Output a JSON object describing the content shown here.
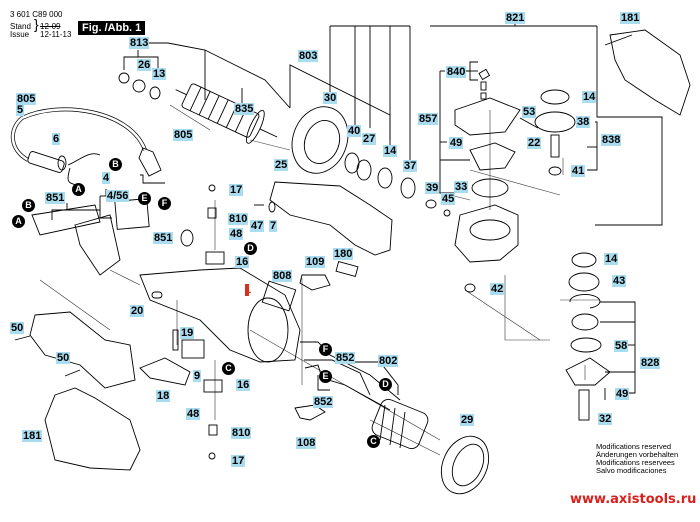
{
  "header": {
    "part_number": "3 601 C89 000",
    "stand_label": "Stand",
    "issue_label": "Issue",
    "stand_date_struck": "12-09",
    "issue_date": "12-11-13",
    "figure_title": "Fig. /Abb. 1"
  },
  "labels": [
    {
      "id": "813",
      "text": "813"
    },
    {
      "id": "26",
      "text": "26"
    },
    {
      "id": "13",
      "text": "13"
    },
    {
      "id": "805a",
      "text": "805"
    },
    {
      "id": "5",
      "text": "5"
    },
    {
      "id": "6",
      "text": "6"
    },
    {
      "id": "805b",
      "text": "805"
    },
    {
      "id": "835",
      "text": "835"
    },
    {
      "id": "803",
      "text": "803"
    },
    {
      "id": "30",
      "text": "30"
    },
    {
      "id": "40",
      "text": "40"
    },
    {
      "id": "27",
      "text": "27"
    },
    {
      "id": "14a",
      "text": "14"
    },
    {
      "id": "37",
      "text": "37"
    },
    {
      "id": "821",
      "text": "821"
    },
    {
      "id": "181a",
      "text": "181"
    },
    {
      "id": "840",
      "text": "840"
    },
    {
      "id": "857",
      "text": "857"
    },
    {
      "id": "53",
      "text": "53"
    },
    {
      "id": "14b",
      "text": "14"
    },
    {
      "id": "38",
      "text": "38"
    },
    {
      "id": "49a",
      "text": "49"
    },
    {
      "id": "22",
      "text": "22"
    },
    {
      "id": "838",
      "text": "838"
    },
    {
      "id": "41",
      "text": "41"
    },
    {
      "id": "33",
      "text": "33"
    },
    {
      "id": "39",
      "text": "39"
    },
    {
      "id": "45",
      "text": "45"
    },
    {
      "id": "4",
      "text": "4"
    },
    {
      "id": "4_56",
      "text": "4/56"
    },
    {
      "id": "851a",
      "text": "851"
    },
    {
      "id": "851b",
      "text": "851"
    },
    {
      "id": "17a",
      "text": "17"
    },
    {
      "id": "810a",
      "text": "810"
    },
    {
      "id": "47",
      "text": "47"
    },
    {
      "id": "7",
      "text": "7"
    },
    {
      "id": "25",
      "text": "25"
    },
    {
      "id": "48a",
      "text": "48"
    },
    {
      "id": "16a",
      "text": "16"
    },
    {
      "id": "180",
      "text": "180"
    },
    {
      "id": "109",
      "text": "109"
    },
    {
      "id": "808",
      "text": "808"
    },
    {
      "id": "1",
      "text": "1"
    },
    {
      "id": "42",
      "text": "42"
    },
    {
      "id": "14c",
      "text": "14"
    },
    {
      "id": "43",
      "text": "43"
    },
    {
      "id": "20",
      "text": "20"
    },
    {
      "id": "19",
      "text": "19"
    },
    {
      "id": "50a",
      "text": "50"
    },
    {
      "id": "50b",
      "text": "50"
    },
    {
      "id": "9",
      "text": "9"
    },
    {
      "id": "18",
      "text": "18"
    },
    {
      "id": "16b",
      "text": "16"
    },
    {
      "id": "48b",
      "text": "48"
    },
    {
      "id": "852a",
      "text": "852"
    },
    {
      "id": "802",
      "text": "802"
    },
    {
      "id": "852b",
      "text": "852"
    },
    {
      "id": "58",
      "text": "58"
    },
    {
      "id": "828",
      "text": "828"
    },
    {
      "id": "49b",
      "text": "49"
    },
    {
      "id": "32",
      "text": "32"
    },
    {
      "id": "108",
      "text": "108"
    },
    {
      "id": "29",
      "text": "29"
    },
    {
      "id": "181b",
      "text": "181"
    },
    {
      "id": "810b",
      "text": "810"
    },
    {
      "id": "17b",
      "text": "17"
    }
  ],
  "markers": [
    {
      "id": "B1",
      "text": "B"
    },
    {
      "id": "A1",
      "text": "A"
    },
    {
      "id": "B2",
      "text": "B"
    },
    {
      "id": "A2",
      "text": "A"
    },
    {
      "id": "E1",
      "text": "E"
    },
    {
      "id": "F1",
      "text": "F"
    },
    {
      "id": "D1",
      "text": "D"
    },
    {
      "id": "C1",
      "text": "C"
    },
    {
      "id": "F2",
      "text": "F"
    },
    {
      "id": "E2",
      "text": "E"
    },
    {
      "id": "D2",
      "text": "D"
    },
    {
      "id": "C2",
      "text": "C"
    }
  ],
  "notes": [
    "Modifications reserved",
    "Änderungen vorbehalten",
    "Modifications reservees",
    "Salvo modificaciones"
  ],
  "watermark": "www.axistools.ru",
  "colors": {
    "label_bg": "#a9dcef",
    "highlight_red": "#d9301c",
    "watermark_red": "#d9201c"
  }
}
